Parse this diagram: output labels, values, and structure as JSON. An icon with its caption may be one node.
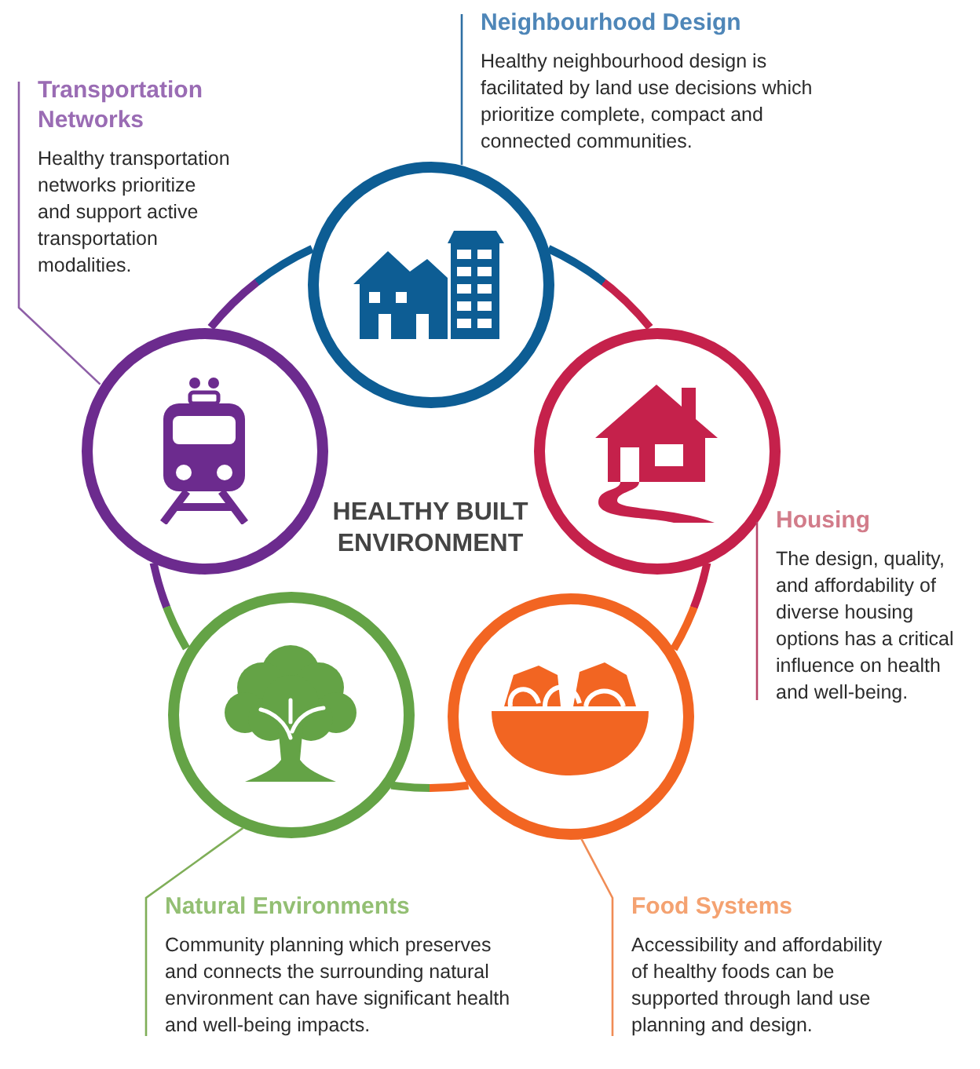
{
  "diagram": {
    "title": "HEALTHY BUILT ENVIRONMENT",
    "nodes": [
      {
        "text": [],
        "shape": "circle"
      },
      {
        "text": [],
        "shape": "circle"
      },
      {
        "text": [],
        "shape": "circle"
      },
      {
        "text": [],
        "shape": "circle"
      },
      {
        "text": [],
        "shape": "circle"
      },
      {
        "text": [
          "Neighbourhood Design",
          "Healthy neighbourhood design is facilitated by land use decisions which prioritize complete, compact and connected communities."
        ]
      },
      {
        "text": [
          "Housing",
          "The design, quality, and affordability of diverse housing options has a critical influence on health and well-being."
        ]
      },
      {
        "text": [
          "Food Systems",
          "Accessibility and affordability of healthy foods can be supported through land use planning and design."
        ]
      },
      {
        "text": [
          "Natural Environments",
          "Community planning which preserves and connects the surrounding natural environment can have significant health and well-being impacts."
        ]
      },
      {
        "text": [
          "Transportation Networks",
          "Healthy transportation networks prioritize and support active transportation modalities."
        ]
      }
    ],
    "edges": [
      {
        "from": 0,
        "to": 1,
        "arrow": "none"
      },
      {
        "from": 1,
        "to": 2,
        "arrow": "none"
      },
      {
        "from": 2,
        "to": 3,
        "arrow": "none"
      },
      {
        "from": 3,
        "to": 4,
        "arrow": "none"
      },
      {
        "from": 4,
        "to": 0,
        "arrow": "none"
      },
      {
        "from": 5,
        "to": 0,
        "arrow": "none",
        "color": "#2f6fa3"
      },
      {
        "from": 6,
        "to": 1,
        "arrow": "none",
        "color": "#b84468"
      },
      {
        "from": 7,
        "to": 2,
        "arrow": "none",
        "color": "#f08c55"
      },
      {
        "from": 8,
        "to": 3,
        "arrow": "none",
        "color": "#7fae58"
      },
      {
        "from": 9,
        "to": 4,
        "arrow": "none",
        "color": "#8e5fa7"
      }
    ]
  }
}
